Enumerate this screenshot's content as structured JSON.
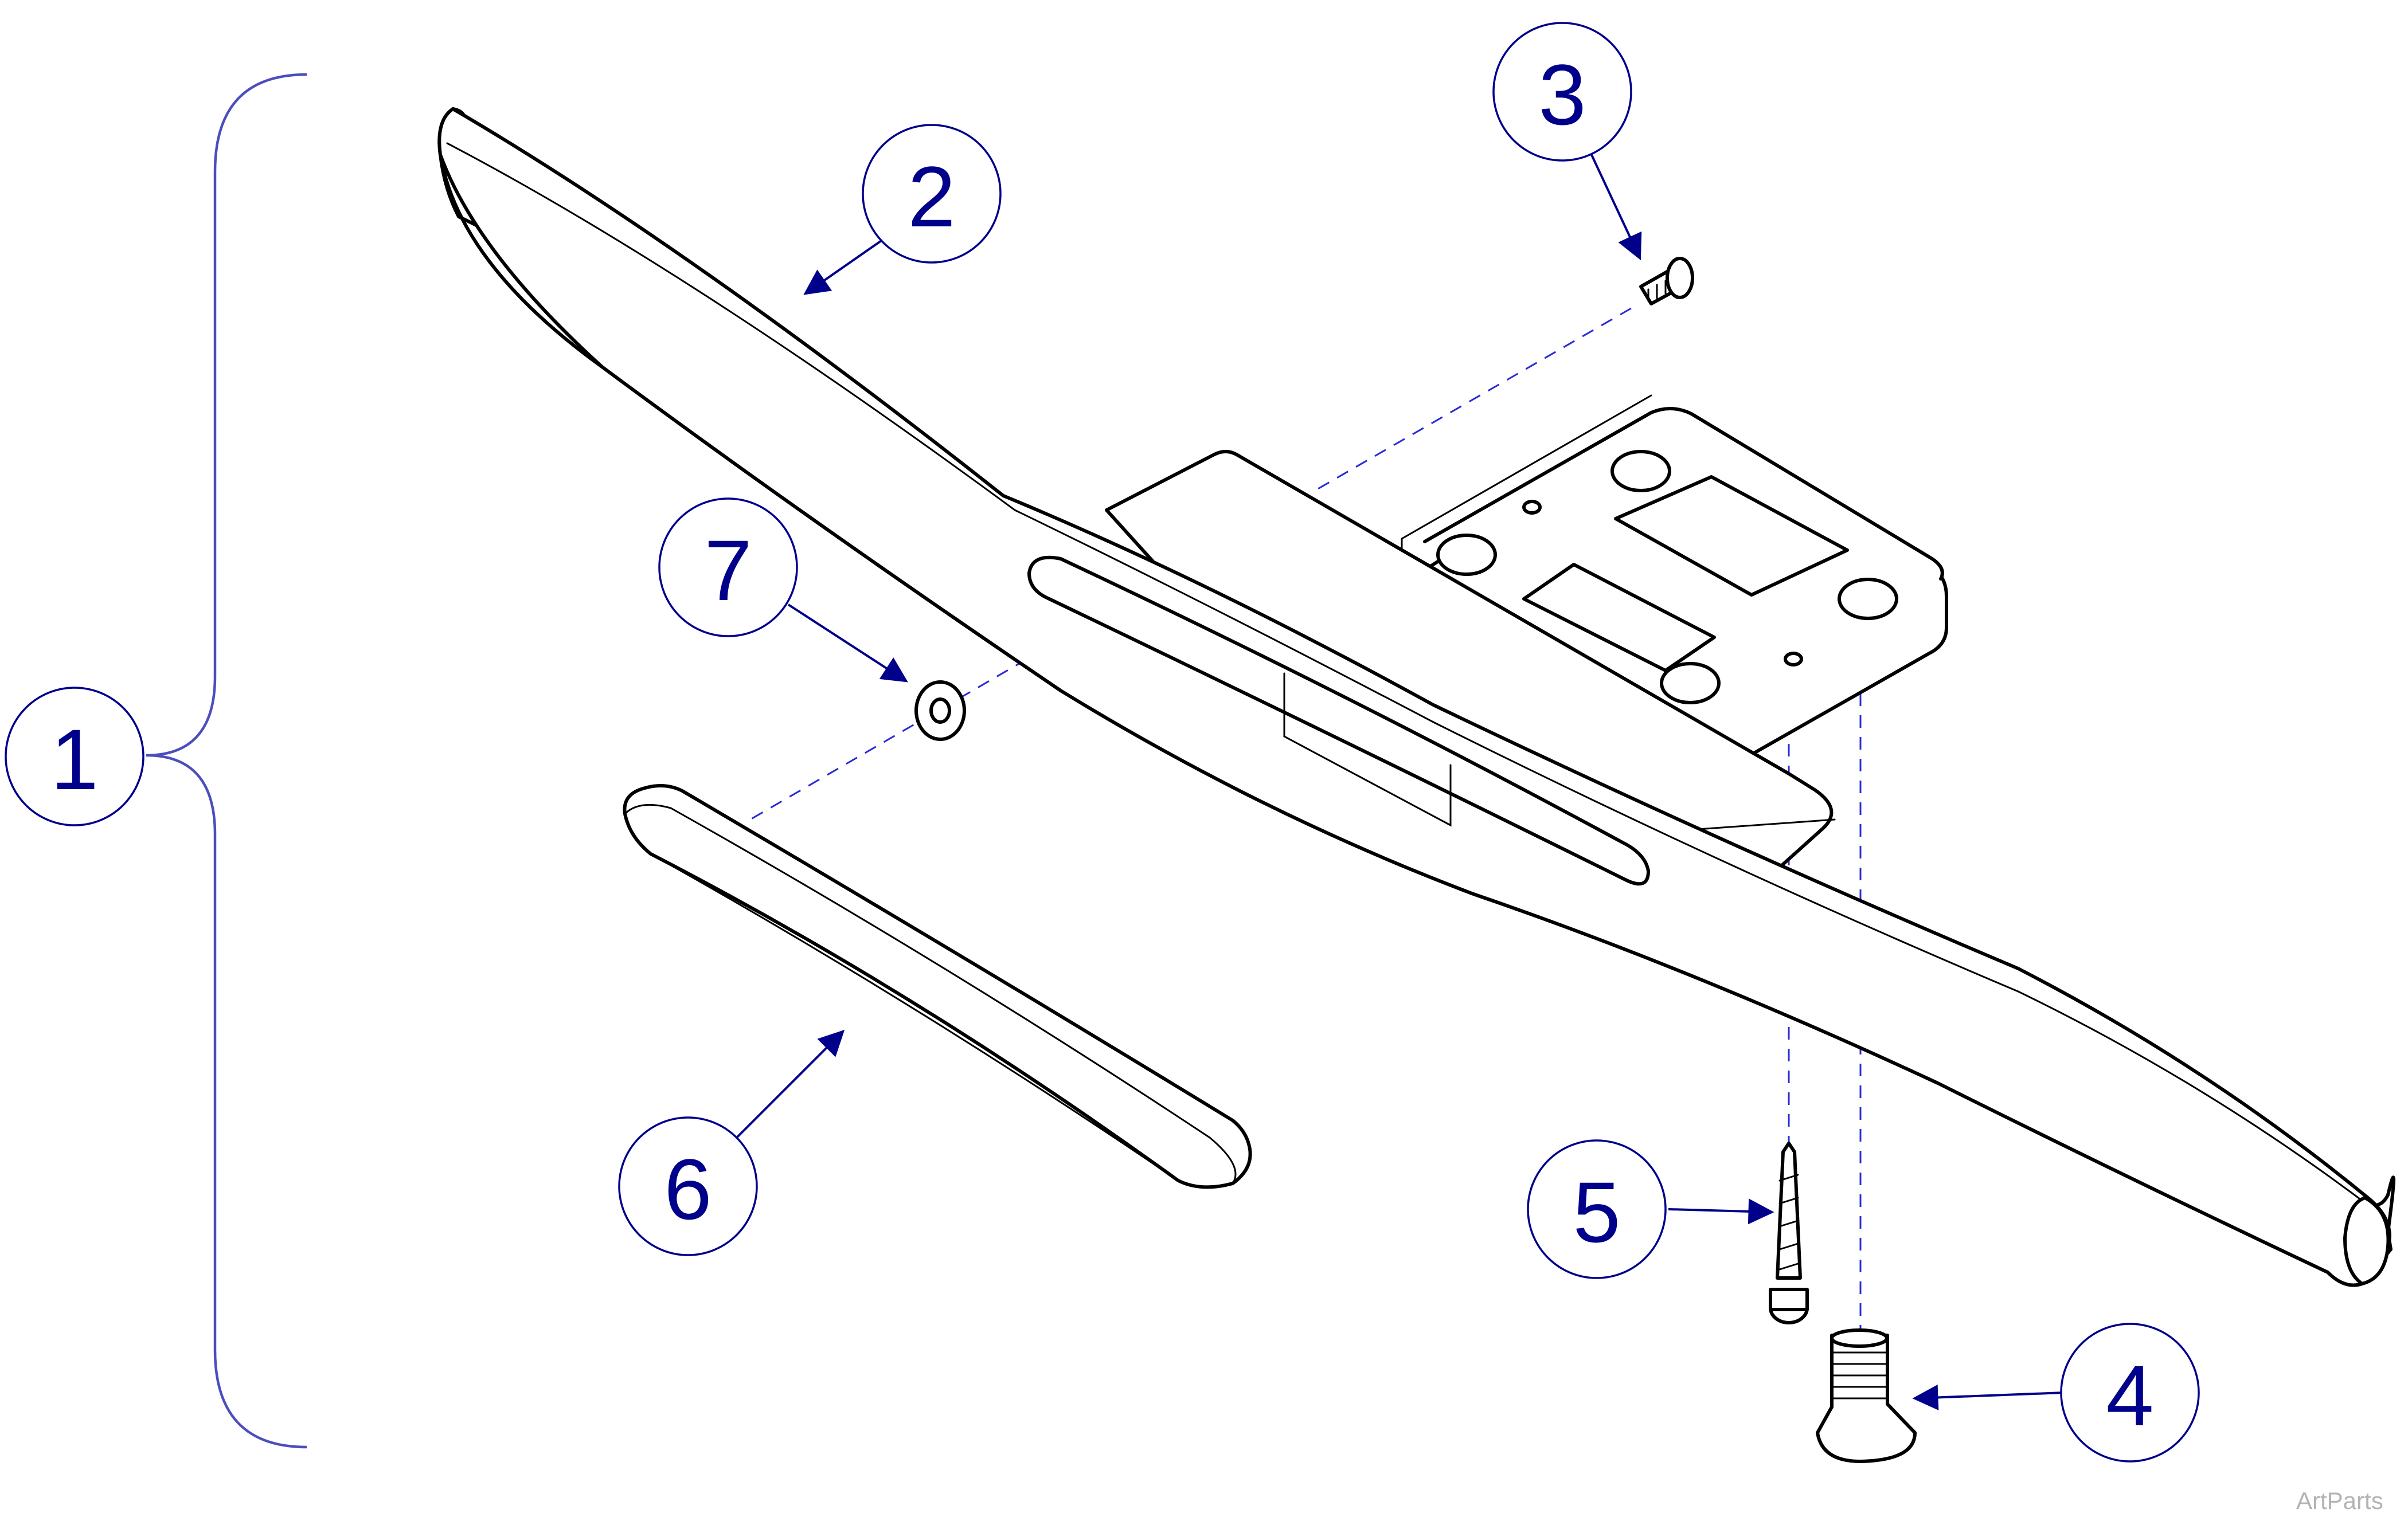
{
  "callouts": {
    "c1": "1",
    "c2": "2",
    "c3": "3",
    "c4": "4",
    "c5": "5",
    "c6": "6",
    "c7": "7"
  },
  "credit": "ArtParts",
  "colors": {
    "callout": "#00008b",
    "brace": "#4d4dbf",
    "dashed_line": "#2b2bd6",
    "outline": "#000000"
  }
}
